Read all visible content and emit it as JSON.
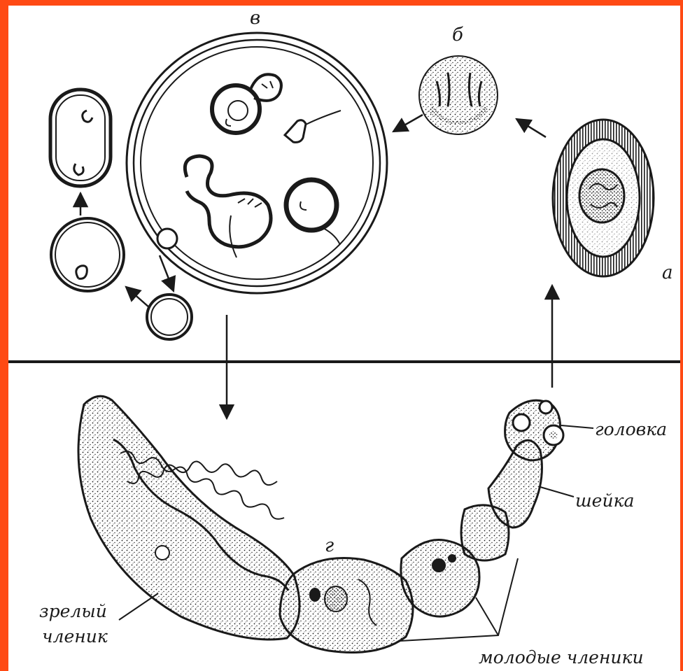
{
  "stage_letters": {
    "a": "а",
    "b": "б",
    "v": "в",
    "g": "г"
  },
  "labels": {
    "head": "головка",
    "neck": "шейка",
    "mature_segment_line1": "зрелый",
    "mature_segment_line2": "членик",
    "young_segments": "молодые членики"
  },
  "colors": {
    "frame_border": "#ff4a14",
    "ink": "#1a1a1a",
    "paper": "#ffffff"
  }
}
